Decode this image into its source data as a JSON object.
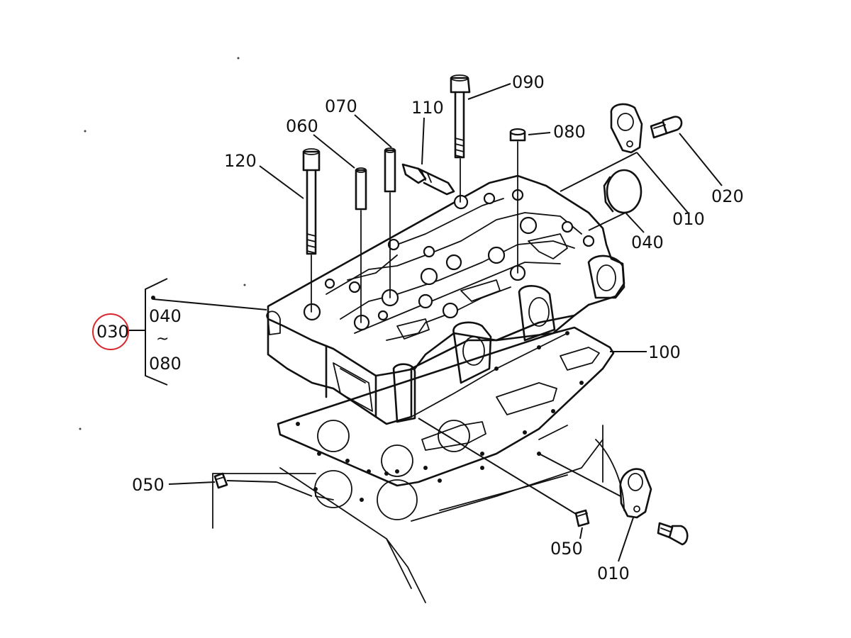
{
  "diagram": {
    "callouts": {
      "c090": "090",
      "c070": "070",
      "c110": "110",
      "c060": "060",
      "c080": "080",
      "c120": "120",
      "c020": "020",
      "c010_top": "010",
      "c040_right": "040",
      "c030": "030",
      "c040_group": "040",
      "c080_group": "080",
      "c100": "100",
      "c050_left": "050",
      "c050_bottom": "050",
      "c010_bottom": "010"
    },
    "group_range_symbol": "~",
    "selection_color": "#d9262b"
  }
}
